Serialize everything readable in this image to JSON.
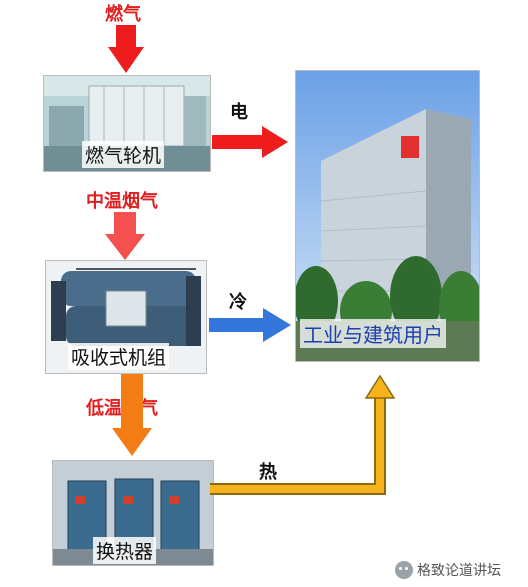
{
  "inputs": {
    "gas": "燃气",
    "mid_flue": "中温烟气",
    "low_flue": "低温烟气"
  },
  "units": {
    "turbine": "燃气轮机",
    "absorption": "吸收式机组",
    "exchanger": "换热器",
    "users": "工业与建筑用户"
  },
  "outputs": {
    "electricity": "电",
    "cooling": "冷",
    "heat": "热"
  },
  "watermark": "格致论道讲坛",
  "colors": {
    "red_arrow": "#ee1c1c",
    "orange_arrow": "#f47c14",
    "blue_arrow": "#3377dd",
    "heat_line": "#f7b31c",
    "red_text": "#e02020"
  }
}
